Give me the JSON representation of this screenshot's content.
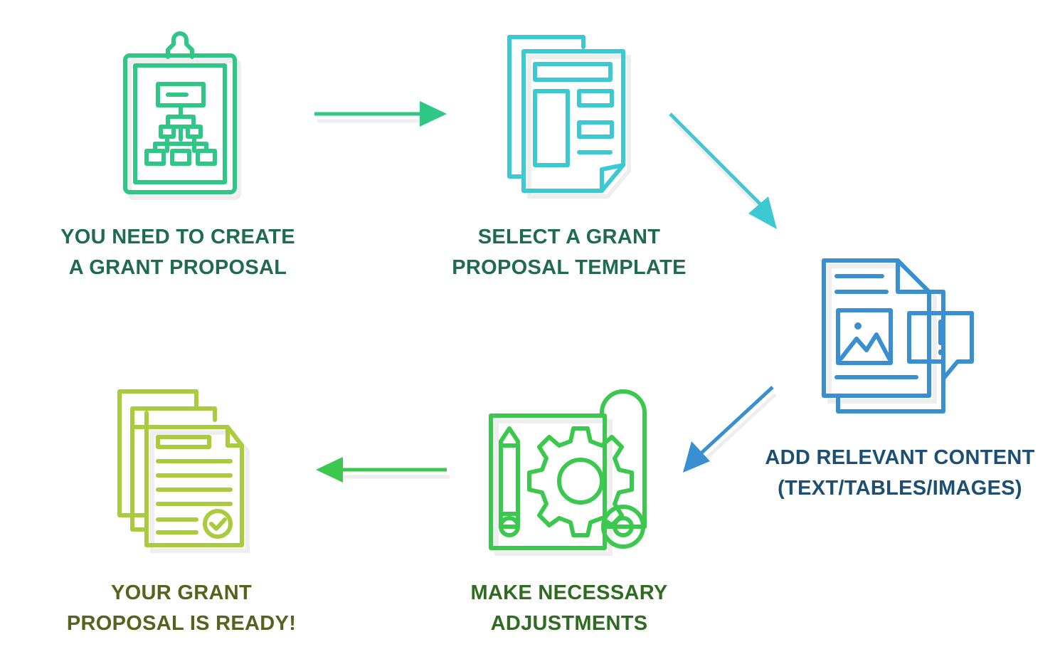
{
  "colors": {
    "step1": "#2fc786",
    "step2": "#3cc9d1",
    "step3": "#3a8fd0",
    "step4": "#3cc84e",
    "step5": "#a9cb3c",
    "shadow": "#eeeeee",
    "text_teal": "#1f6b4d",
    "text_blue": "#1c4f72",
    "text_green": "#2f6b22",
    "text_olive": "#55631e"
  },
  "steps": [
    {
      "icon": "clipboard-flowchart-icon",
      "line1": "YOU NEED TO CREATE",
      "line2": "A GRANT PROPOSAL"
    },
    {
      "icon": "document-template-icon",
      "line1": "SELECT A GRANT",
      "line2": "PROPOSAL TEMPLATE"
    },
    {
      "icon": "document-content-icon",
      "line1": "ADD RELEVANT CONTENT",
      "line2": "(TEXT/TABLES/IMAGES)"
    },
    {
      "icon": "blueprint-gear-icon",
      "line1": "MAKE NECESSARY",
      "line2": "ADJUSTMENTS"
    },
    {
      "icon": "approved-documents-icon",
      "line1": "YOUR GRANT",
      "line2": "PROPOSAL IS READY!"
    }
  ]
}
